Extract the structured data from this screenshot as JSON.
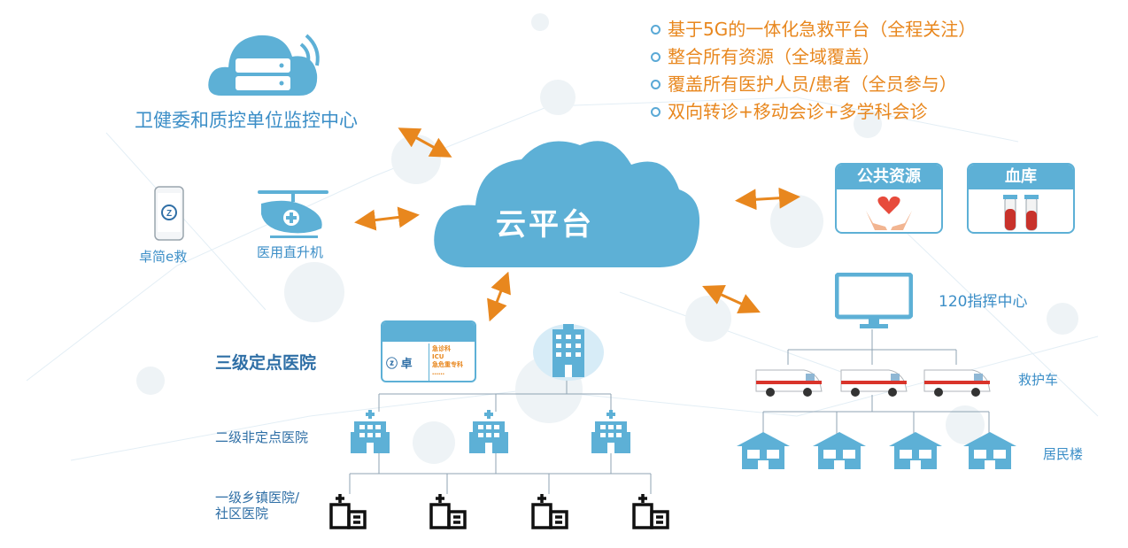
{
  "features": [
    "基于5G的一体化急救平台（全程关注）",
    "整合所有资源（全域覆盖）",
    "覆盖所有医护人员/患者（全员参与）",
    "双向转诊+移动会诊+多学科会诊"
  ],
  "cloud_platform": "云平台",
  "monitor_center": "卫健委和质控单位监控中心",
  "app_label": "卓简e救",
  "helicopter_label": "医用直升机",
  "resources": {
    "public": "公共资源",
    "blood": "血库"
  },
  "command_center": "120指挥中心",
  "ambulance_label": "救护车",
  "residential_label": "居民楼",
  "tier3_label": "三级定点医院",
  "tier2_label": "二级非定点医院",
  "tier1_label_line1": "一级乡镇医院/",
  "tier1_label_line2": "社区医院",
  "hospital_card": {
    "departments": [
      "急诊科",
      "ICU",
      "急危重专科",
      "……"
    ]
  },
  "colors": {
    "accent_orange": "#e8871e",
    "cloud_blue": "#5db0d6",
    "label_blue": "#3b8ec7",
    "dark_blue": "#2f6fa6"
  }
}
